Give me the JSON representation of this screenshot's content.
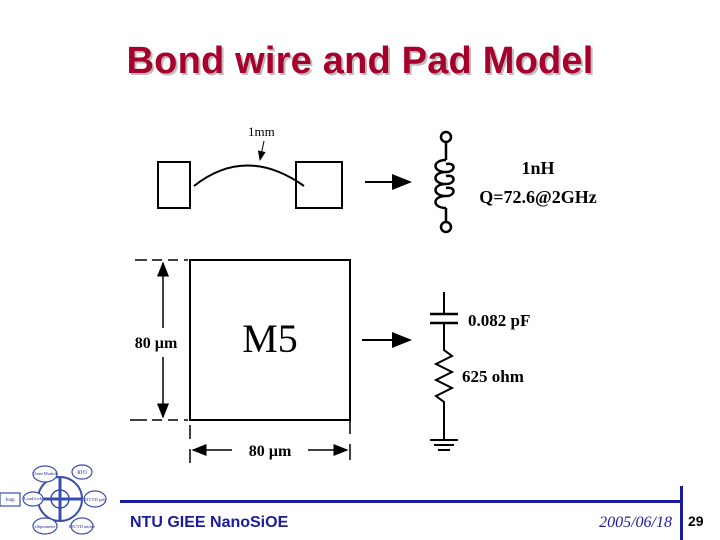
{
  "slide": {
    "title": "Bond wire and Pad Model",
    "page_number": "29"
  },
  "bondwire": {
    "length_label": "1mm",
    "inductance_label": "1nH",
    "q_label": "Q=72.6@2GHz"
  },
  "pad": {
    "layer_label": "M5",
    "height_label": "80 µm",
    "width_label": "80 µm",
    "capacitance_label": "0.082 pF",
    "resistance_label": "625 ohm"
  },
  "footer": {
    "org": "NTU GIEE NanoSiOE",
    "date": "2005/06/18"
  },
  "logo": {
    "labels": [
      "Clean Module",
      "RTO",
      "Load lock",
      "foup",
      "RTCVD poly",
      "RTCVD nitride",
      "ellipsometer"
    ]
  },
  "colors": {
    "title": "#a8002c",
    "footer": "#1b1b9e",
    "logo_ring": "#3a4fa8"
  }
}
